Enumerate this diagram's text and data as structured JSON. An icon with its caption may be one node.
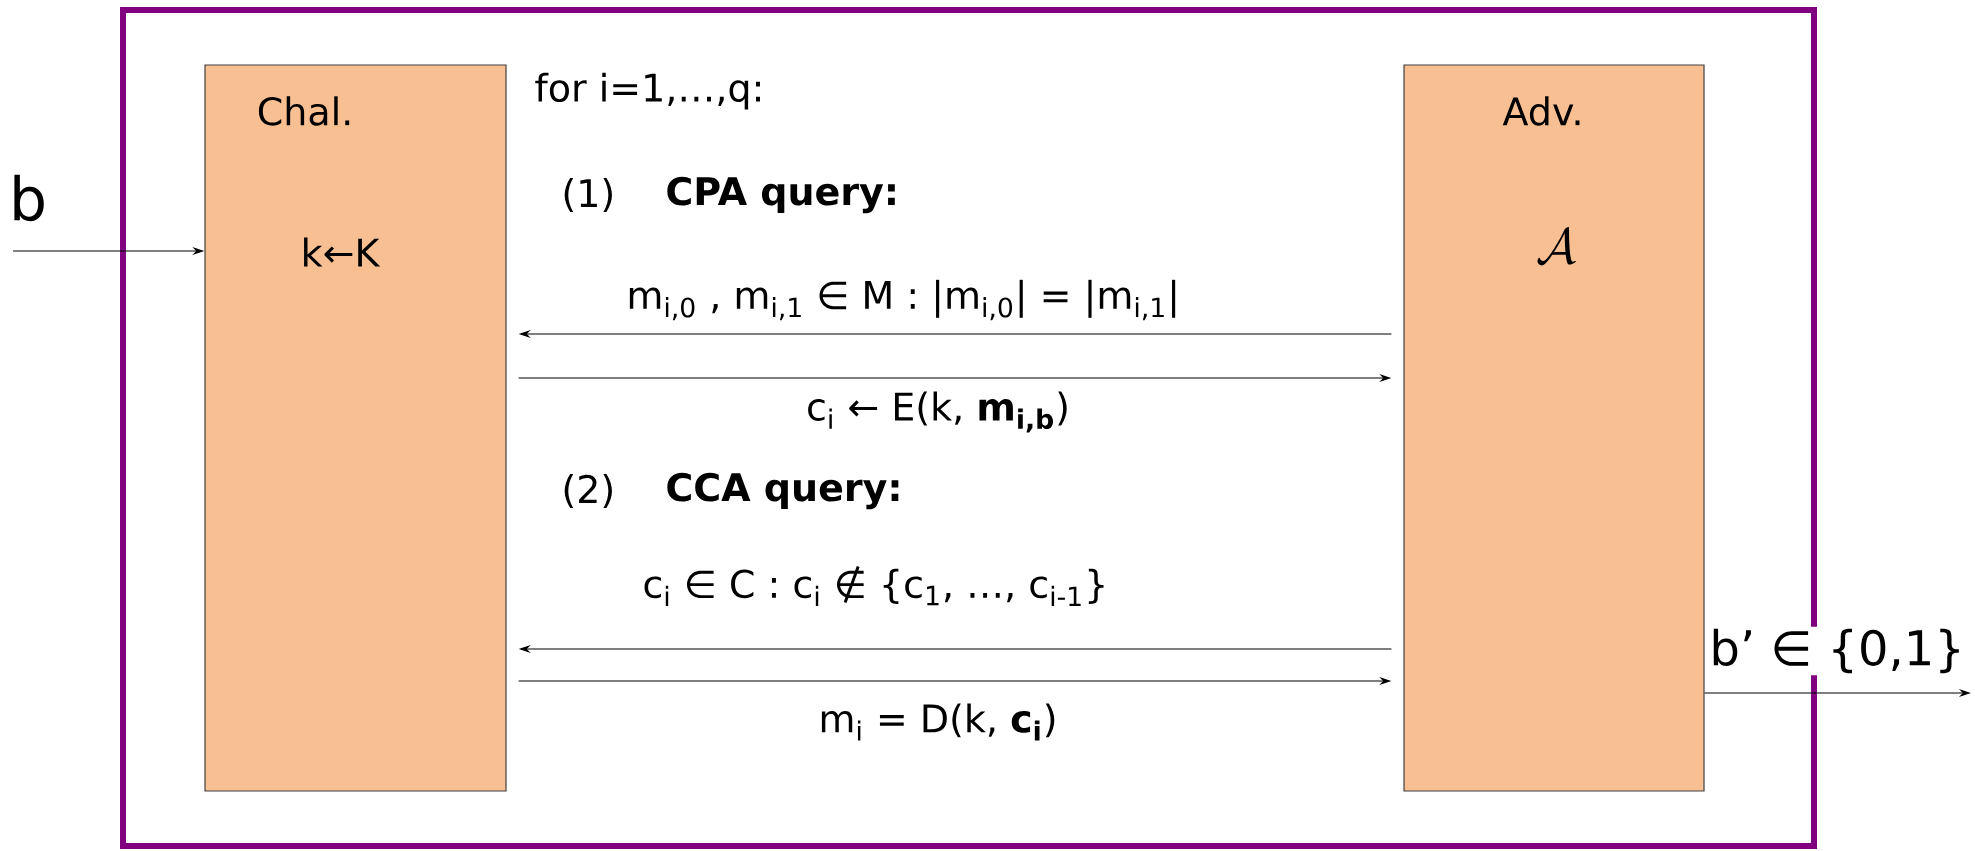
{
  "diagram": {
    "nodes": [
      {
        "text": [],
        "shape": "box"
      },
      {
        "text": [
          "Chal.",
          "k←K"
        ],
        "in": 0
      },
      {
        "text": [
          "Adv.",
          "\\mathcal{A}"
        ],
        "in": 0
      }
    ],
    "edges": [
      {
        "from": null,
        "to": 1,
        "arrow": "to",
        "label": "b"
      },
      {
        "from": 2,
        "to": 1,
        "arrow": "to"
      },
      {
        "from": 1,
        "to": 2,
        "arrow": "to",
        "label": "c$_{i}$ ← E(k, **m$_{i,b}$**)"
      },
      {
        "from": 2,
        "to": 1,
        "arrow": "to"
      },
      {
        "from": 1,
        "to": 2,
        "arrow": "to",
        "label": "m$_{i}$ = D(k, **c$_{i}$**)"
      },
      {
        "from": 2,
        "to": null,
        "arrow": "to",
        "label": "b’ ∈ {0,1}"
      }
    ],
    "labels": [
      "for i=1,…,q:",
      "(1)",
      "CPA query:",
      "m$_{i,0}$ , m$_{i,1}$ ∈ M :   |m$_{i,0}$| = |m$_{i,1}$|",
      "(2)",
      "CCA query:",
      "c$_{i}$ ∈ C :    c$_{i}$ ∉ {c$_{1}$, …, c$_{i-1}$}"
    ]
  }
}
